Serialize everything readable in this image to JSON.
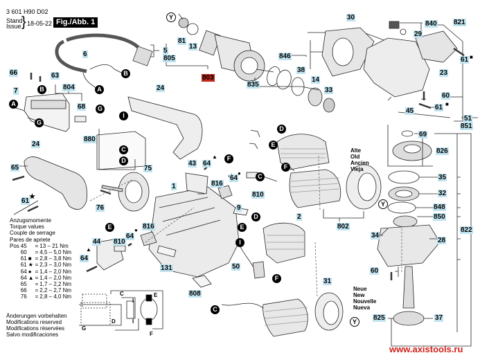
{
  "header": {
    "doc_number": "3 601 H90 D02",
    "stand_label": "Stand",
    "issue_label": "Issue",
    "date": "18-05-22",
    "figure": "Fig./Abb. 1"
  },
  "torque": {
    "title_lines": [
      "Anzugsmomente",
      "Torque values",
      "Couple de serrage",
      "Pares de apriete"
    ],
    "pos_label": "Pos",
    "rows": [
      {
        "pos": "45",
        "mark": "",
        "value": "13 – 21 Nm"
      },
      {
        "pos": "60",
        "mark": "",
        "value": "4,5 – 5,0 Nm"
      },
      {
        "pos": "61",
        "mark": "■",
        "value": "2,8 – 3,8 Nm"
      },
      {
        "pos": "61",
        "mark": "★",
        "value": "2,3 – 3,0 Nm"
      },
      {
        "pos": "64",
        "mark": "●",
        "value": "1,4 – 2,0 Nm"
      },
      {
        "pos": "64",
        "mark": "▲",
        "value": "1,4 – 2,0 Nm"
      },
      {
        "pos": "65",
        "mark": "",
        "value": "1,7 – 2,2 Nm"
      },
      {
        "pos": "66",
        "mark": "",
        "value": "2,2 – 2,7 Nm"
      },
      {
        "pos": "76",
        "mark": "",
        "value": "2,8 – 4,0 Nm"
      }
    ]
  },
  "modifications": [
    "Änderungen vorbehalten",
    "Modifications reserved",
    "Modifications réservées",
    "Salvo modificaciones"
  ],
  "old_note": [
    "Alte",
    "Old",
    "Ancien",
    "Vieja"
  ],
  "new_note": [
    "Neue",
    "New",
    "Nouvelle",
    "Nueva"
  ],
  "website": "www.axistools.ru",
  "highlight_color": "#bfe3ef",
  "accent_red": "#c0291e",
  "parts": [
    {
      "id": "p6",
      "text": "6"
    },
    {
      "id": "p5",
      "text": "5"
    },
    {
      "id": "p805",
      "text": "805"
    },
    {
      "id": "p81",
      "text": "81"
    },
    {
      "id": "p13",
      "text": "13"
    },
    {
      "id": "p803",
      "text": "803"
    },
    {
      "id": "p835",
      "text": "835"
    },
    {
      "id": "p846",
      "text": "846"
    },
    {
      "id": "p38",
      "text": "38"
    },
    {
      "id": "p14",
      "text": "14"
    },
    {
      "id": "p33",
      "text": "33"
    },
    {
      "id": "p30",
      "text": "30"
    },
    {
      "id": "p840",
      "text": "840"
    },
    {
      "id": "p29",
      "text": "29"
    },
    {
      "id": "p821",
      "text": "821"
    },
    {
      "id": "p61a",
      "text": "61"
    },
    {
      "id": "p23",
      "text": "23"
    },
    {
      "id": "p60a",
      "text": "60"
    },
    {
      "id": "p61b",
      "text": "61"
    },
    {
      "id": "p45",
      "text": "45"
    },
    {
      "id": "p51",
      "text": "51"
    },
    {
      "id": "p851",
      "text": "851"
    },
    {
      "id": "p69",
      "text": "69"
    },
    {
      "id": "p826",
      "text": "826"
    },
    {
      "id": "p35",
      "text": "35"
    },
    {
      "id": "p32",
      "text": "32"
    },
    {
      "id": "p848",
      "text": "848"
    },
    {
      "id": "p850",
      "text": "850"
    },
    {
      "id": "p822",
      "text": "822"
    },
    {
      "id": "p34",
      "text": "34"
    },
    {
      "id": "p28",
      "text": "28"
    },
    {
      "id": "p60b",
      "text": "60"
    },
    {
      "id": "p825",
      "text": "825"
    },
    {
      "id": "p37",
      "text": "37"
    },
    {
      "id": "p66",
      "text": "66"
    },
    {
      "id": "p63",
      "text": "63"
    },
    {
      "id": "p7",
      "text": "7"
    },
    {
      "id": "p804",
      "text": "804"
    },
    {
      "id": "p68",
      "text": "68"
    },
    {
      "id": "p24a",
      "text": "24"
    },
    {
      "id": "p880",
      "text": "880"
    },
    {
      "id": "p24b",
      "text": "24"
    },
    {
      "id": "p65",
      "text": "65"
    },
    {
      "id": "p61c",
      "text": "61"
    },
    {
      "id": "p76",
      "text": "76"
    },
    {
      "id": "p75",
      "text": "75"
    },
    {
      "id": "p1",
      "text": "1"
    },
    {
      "id": "p43",
      "text": "43"
    },
    {
      "id": "p64a",
      "text": "64"
    },
    {
      "id": "p816a",
      "text": "816"
    },
    {
      "id": "p64b",
      "text": "64"
    },
    {
      "id": "p810a",
      "text": "810"
    },
    {
      "id": "p9",
      "text": "9"
    },
    {
      "id": "p802",
      "text": "802"
    },
    {
      "id": "p2",
      "text": "2"
    },
    {
      "id": "p44",
      "text": "44"
    },
    {
      "id": "p64c",
      "text": "64"
    },
    {
      "id": "p810b",
      "text": "810"
    },
    {
      "id": "p64d",
      "text": "64"
    },
    {
      "id": "p816b",
      "text": "816"
    },
    {
      "id": "p131",
      "text": "131"
    },
    {
      "id": "p808",
      "text": "808"
    },
    {
      "id": "p50",
      "text": "50"
    },
    {
      "id": "p31",
      "text": "31"
    }
  ],
  "connectors": [
    {
      "id": "cB1",
      "text": "B"
    },
    {
      "id": "cA1",
      "text": "A"
    },
    {
      "id": "cB2",
      "text": "B"
    },
    {
      "id": "cA2",
      "text": "A"
    },
    {
      "id": "cG1",
      "text": "G"
    },
    {
      "id": "cG2",
      "text": "G"
    },
    {
      "id": "cI1",
      "text": "I"
    },
    {
      "id": "cC1",
      "text": "C"
    },
    {
      "id": "cD1",
      "text": "D"
    },
    {
      "id": "cF1",
      "text": "F"
    },
    {
      "id": "cC2",
      "text": "C"
    },
    {
      "id": "cD2",
      "text": "D"
    },
    {
      "id": "cE1",
      "text": "E"
    },
    {
      "id": "cF2",
      "text": "F"
    },
    {
      "id": "cC3",
      "text": "C"
    },
    {
      "id": "cD3",
      "text": "D"
    },
    {
      "id": "cE2",
      "text": "E"
    },
    {
      "id": "cE3",
      "text": "E"
    },
    {
      "id": "cI2",
      "text": "I"
    },
    {
      "id": "cF3",
      "text": "F"
    },
    {
      "id": "cC4",
      "text": "C"
    },
    {
      "id": "cY1",
      "text": "Y"
    },
    {
      "id": "cY2",
      "text": "Y"
    },
    {
      "id": "cY3",
      "text": "Y"
    }
  ],
  "marks": {
    "square": "■",
    "star": "★",
    "dot": "●",
    "triangle": "▲"
  },
  "schematic": {
    "labels": [
      "C",
      "E",
      "I",
      "I",
      "D",
      "G",
      "F"
    ]
  }
}
